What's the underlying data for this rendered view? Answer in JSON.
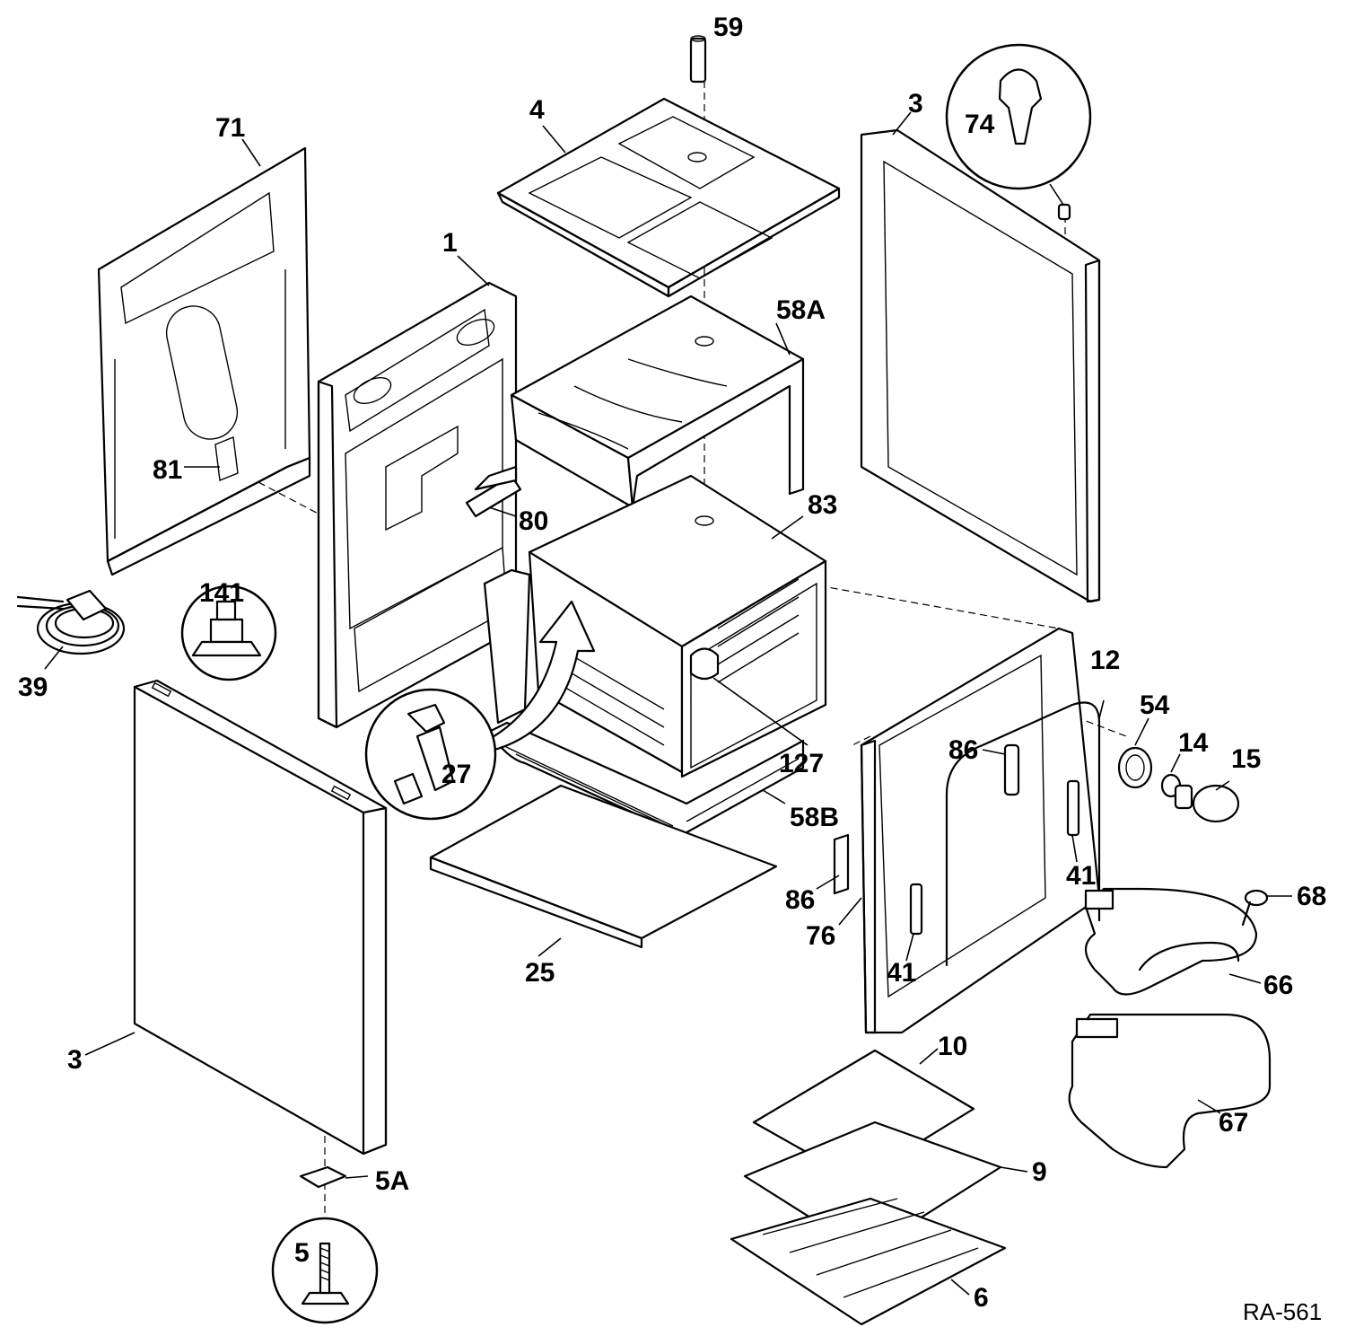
{
  "diagram_code": "RA-561",
  "labels": {
    "p59": "59",
    "p4": "4",
    "p71": "71",
    "p3_top": "3",
    "p74": "74",
    "p1": "1",
    "p58a": "58A",
    "p81": "81",
    "p80": "80",
    "p83": "83",
    "p141": "141",
    "p39": "39",
    "p27": "27",
    "p127": "127",
    "p58b": "58B",
    "p12": "12",
    "p54": "54",
    "p14": "14",
    "p15": "15",
    "p86_top": "86",
    "p41_right": "41",
    "p86_left": "86",
    "p76": "76",
    "p41_left": "41",
    "p68": "68",
    "p66": "66",
    "p25": "25",
    "p3_bottom": "3",
    "p10": "10",
    "p67": "67",
    "p9": "9",
    "p5a": "5A",
    "p5": "5",
    "p6": "6"
  }
}
